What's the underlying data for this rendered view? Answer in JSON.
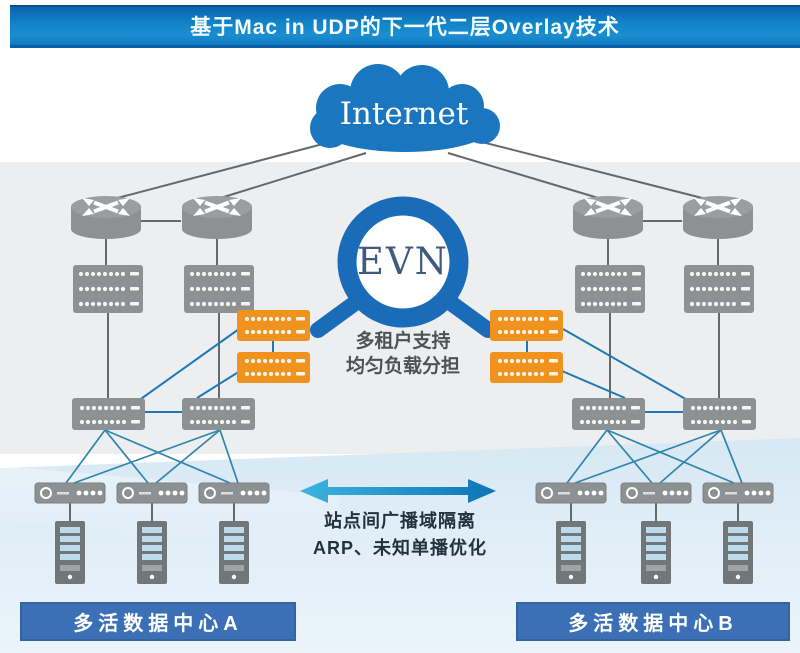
{
  "header": {
    "title": "基于Mac in UDP的下一代二层Overlay技术"
  },
  "cloud": {
    "label": "Internet"
  },
  "evn": {
    "label": "EVN",
    "captions": [
      "多租户支持",
      "均匀负载分担"
    ]
  },
  "site_link": {
    "lines": [
      "站点间广播域隔离",
      "ARP、未知单播优化"
    ]
  },
  "datacenters": {
    "a": "多活数据中心A",
    "b": "多活数据中心B"
  },
  "colors": {
    "banner_blue": "#1285c9",
    "cloud_blue": "#1b76c0",
    "evn_blue": "#1b6cb8",
    "device_gray": "#8d9192",
    "gateway_orange": "#f0921e",
    "dc_banner_blue": "#3b70b7",
    "arrow_cyan_start": "#3cb4e0",
    "arrow_blue_end": "#0e74b6",
    "link_blue": "#1e78b6",
    "link_teal": "#2e85ad",
    "link_gray": "#64696b"
  },
  "topology": {
    "internet_routers": 4,
    "core_switches": 4,
    "overlay_gateways_orange": 4,
    "access_switches": 4,
    "rack_servers": 6,
    "tower_servers": 6
  }
}
